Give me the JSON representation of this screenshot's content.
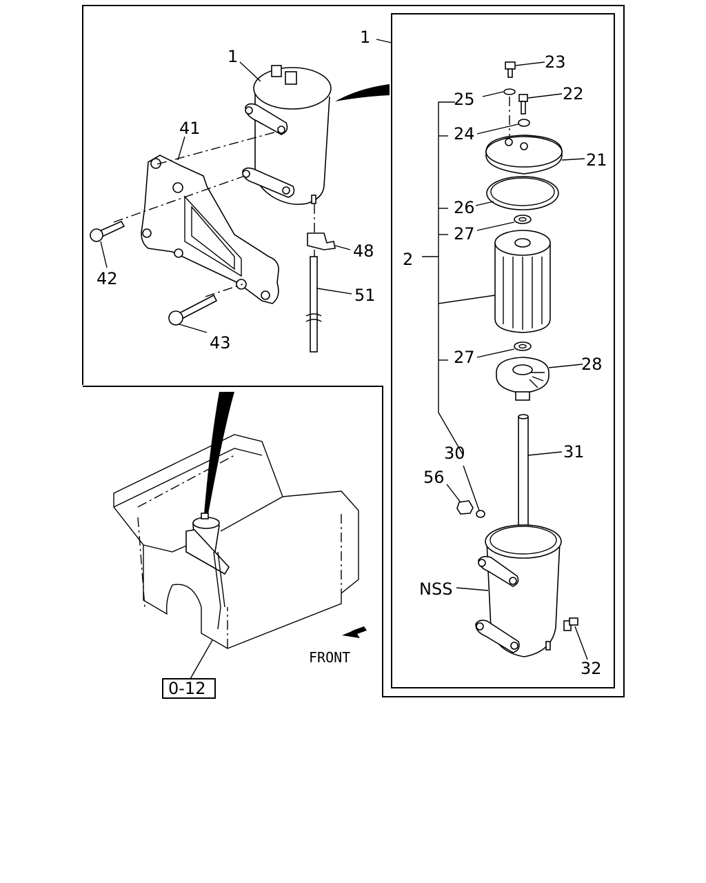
{
  "callouts": {
    "c1_top": "1",
    "c1_left": "1",
    "c41": "41",
    "c42": "42",
    "c43": "43",
    "c48": "48",
    "c51": "51",
    "c23": "23",
    "c22": "22",
    "c25": "25",
    "c24": "24",
    "c21": "21",
    "c26": "26",
    "c27a": "27",
    "c2": "2",
    "c27b": "27",
    "c28": "28",
    "c30": "30",
    "c31": "31",
    "c56": "56",
    "cNSS": "NSS",
    "c32": "32"
  },
  "front_label": "FRONT",
  "reference_box": "0-12"
}
